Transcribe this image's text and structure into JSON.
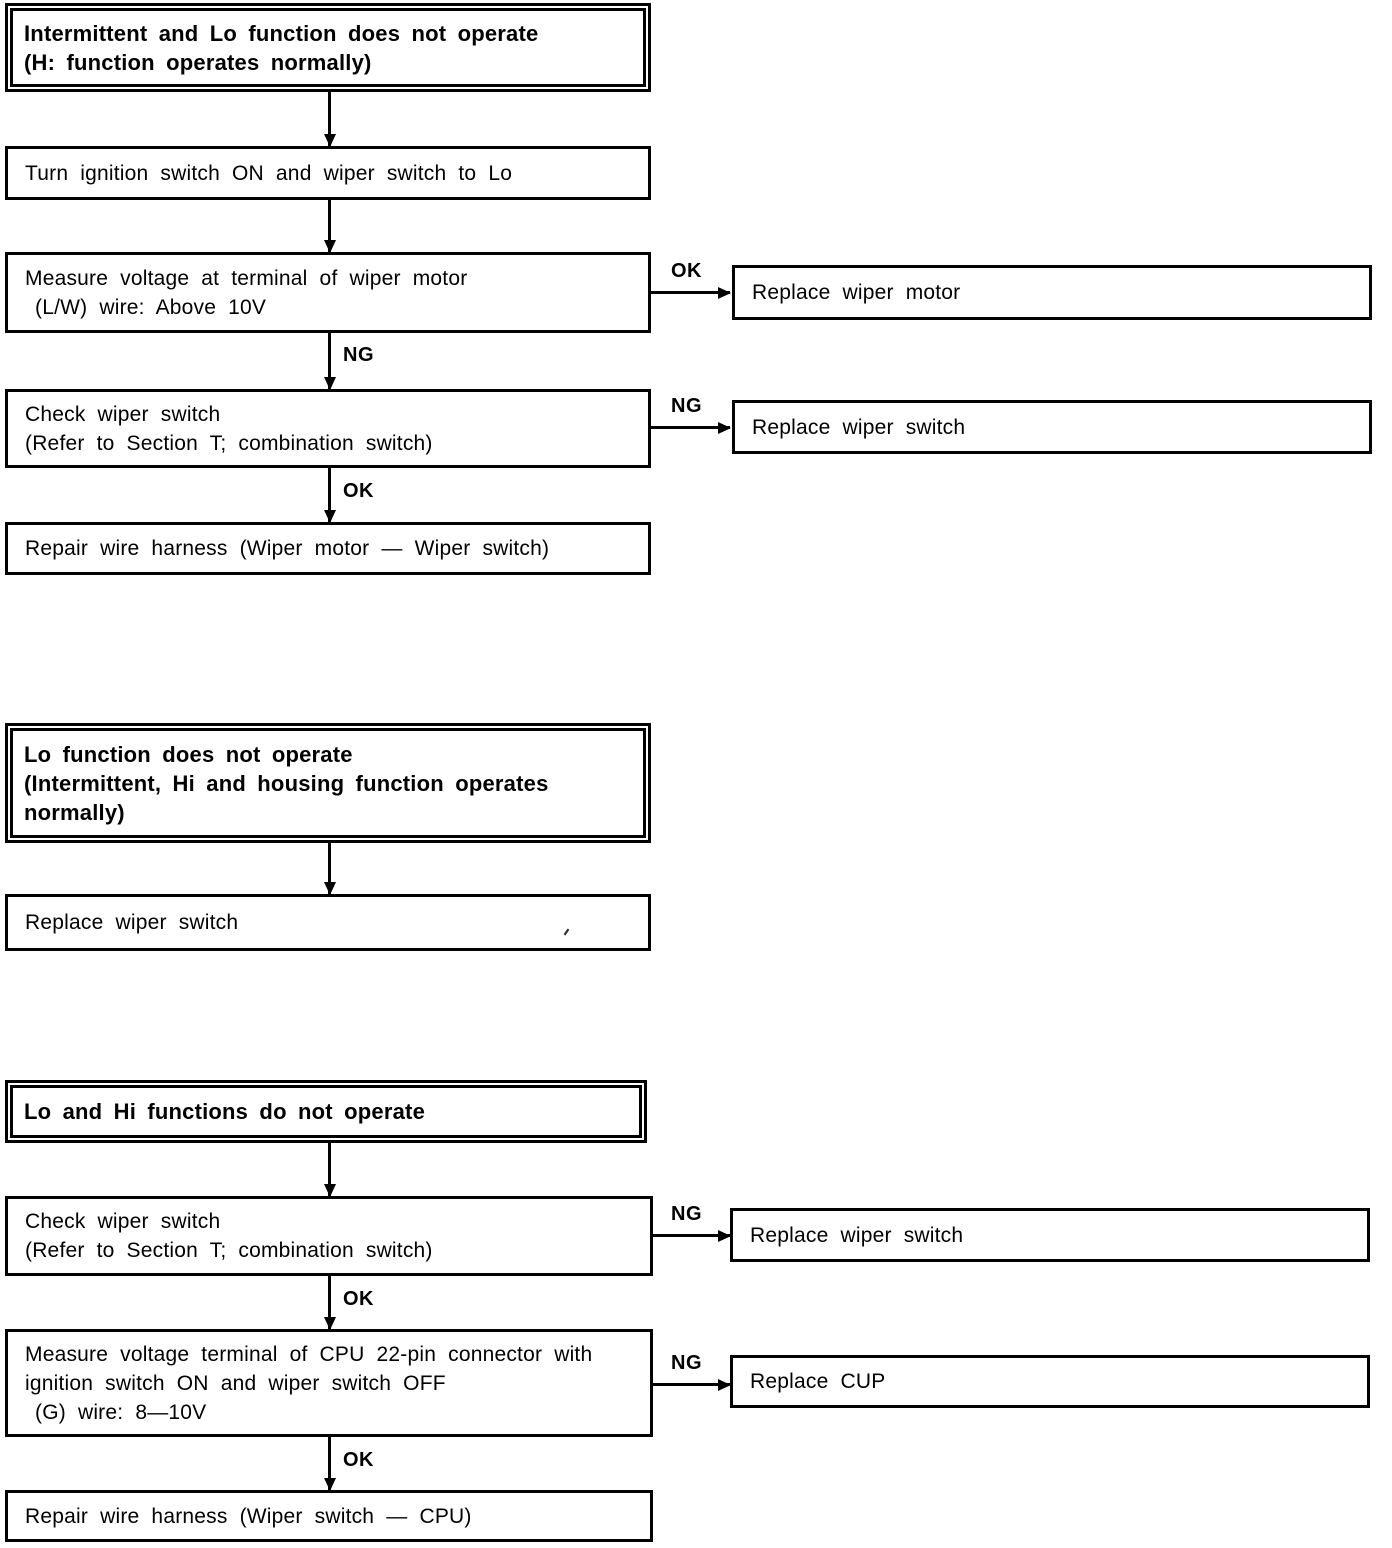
{
  "flow_labels": {
    "ok": "OK",
    "ng": "NG"
  },
  "section1": {
    "header_line1": "Intermittent and Lo function does not operate",
    "header_line2": "(H: function operates normally)",
    "step_turn_ignition": "Turn ignition switch ON and wiper switch to Lo",
    "step_measure_line1": "Measure voltage at terminal of wiper motor",
    "step_measure_line2": "(L/W) wire: Above 10V",
    "result_replace_motor": "Replace wiper motor",
    "step_check_line1": "Check wiper switch",
    "step_check_line2": "(Refer to Section T; combination switch)",
    "result_replace_switch": "Replace wiper switch",
    "step_repair": "Repair wire harness (Wiper motor — Wiper switch)"
  },
  "section2": {
    "header_line1": "Lo function does not operate",
    "header_line2": "(Intermittent, Hi and housing function operates",
    "header_line3": "normally)",
    "result_replace_switch": "Replace wiper switch"
  },
  "section3": {
    "header_line1": "Lo and Hi functions do not operate",
    "step_check_line1": "Check wiper switch",
    "step_check_line2": "(Refer to Section T; combination switch)",
    "result_replace_switch": "Replace wiper switch",
    "step_measure_line1": "Measure voltage terminal of CPU 22-pin connector with",
    "step_measure_line2": "ignition switch ON and wiper switch OFF",
    "step_measure_line3": "(G) wire: 8—10V",
    "result_replace_cpu": "Replace CUP",
    "step_repair": "Repair wire harness (Wiper switch — CPU)"
  }
}
